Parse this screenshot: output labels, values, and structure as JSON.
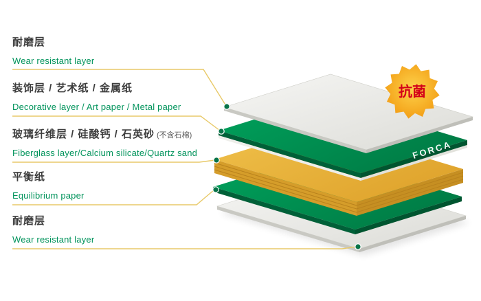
{
  "page": {
    "background": "#ffffff"
  },
  "labels": [
    {
      "id": "wear-top",
      "zh": "耐磨层",
      "en": "Wear resistant layer"
    },
    {
      "id": "decorative",
      "zh": "装饰层 / 艺术纸 / 金属纸",
      "en": "Decorative layer / Art paper / Metal paper"
    },
    {
      "id": "core",
      "zh": "玻璃纤维层 / 硅酸钙 / 石英砂",
      "zh_note": "(不含石棉)",
      "en": "Fiberglass layer/Calcium silicate/Quartz sand"
    },
    {
      "id": "equilibrium",
      "zh": "平衡纸",
      "en": "Equilibrium paper"
    },
    {
      "id": "wear-bottom",
      "zh": "耐磨层",
      "en": "Wear resistant layer"
    }
  ],
  "badge": {
    "text": "抗菌"
  },
  "brand": {
    "text": "FORCA"
  },
  "colors": {
    "label_zh": "#3d3d3d",
    "label_en": "#00935b",
    "leader_line": "#e8c968",
    "dot": "#087448",
    "dot_ring": "#ffffff",
    "green_face": "#009655",
    "green_side": "#005f35",
    "yellow_face": "#ecb83e",
    "yellow_side": "#cf9626",
    "white_face": "#ececea",
    "white_side": "#c9c9c3",
    "badge_fill": "#f5a81f",
    "badge_text": "#d40019",
    "brand_text": "#ffffff"
  }
}
